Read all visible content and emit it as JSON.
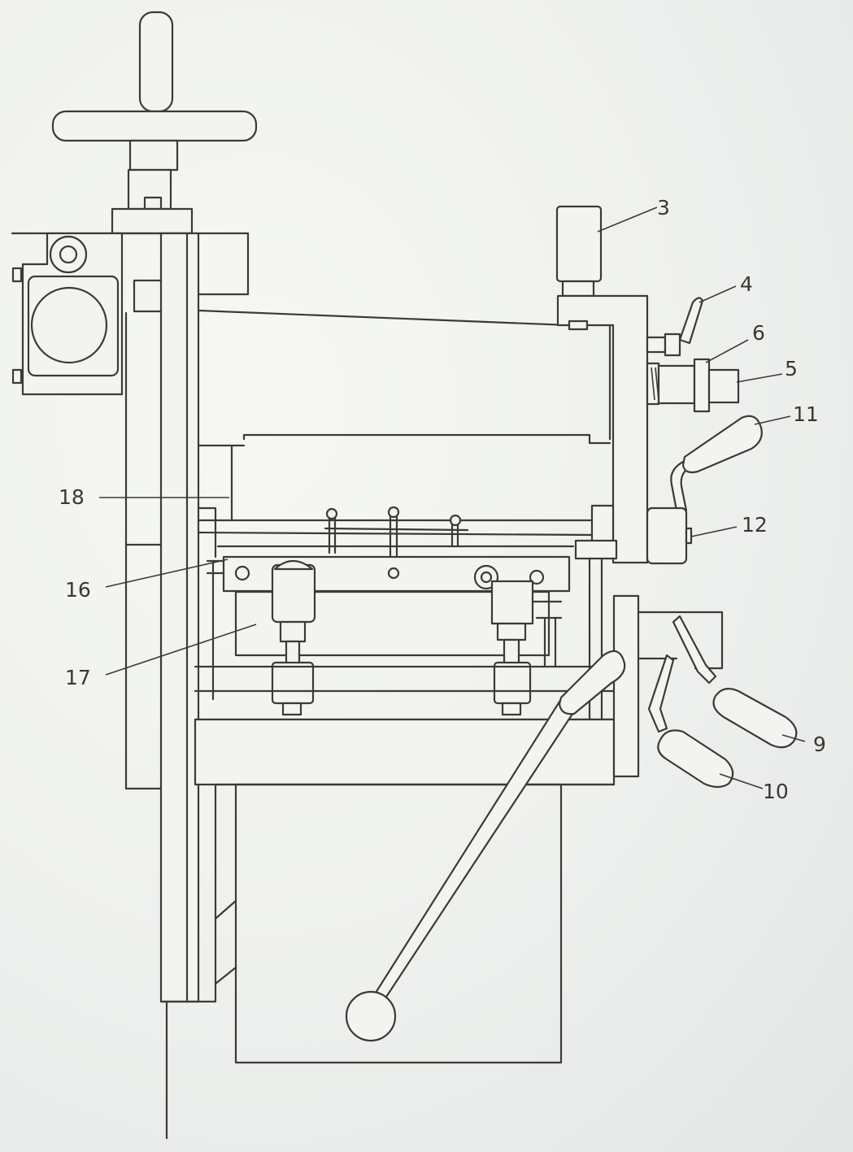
{
  "labels": {
    "l3": "3",
    "l4": "4",
    "l5": "5",
    "l6": "6",
    "l9": "9",
    "l10": "10",
    "l11": "11",
    "l12": "12",
    "l16": "16",
    "l17": "17",
    "l18": "18"
  }
}
